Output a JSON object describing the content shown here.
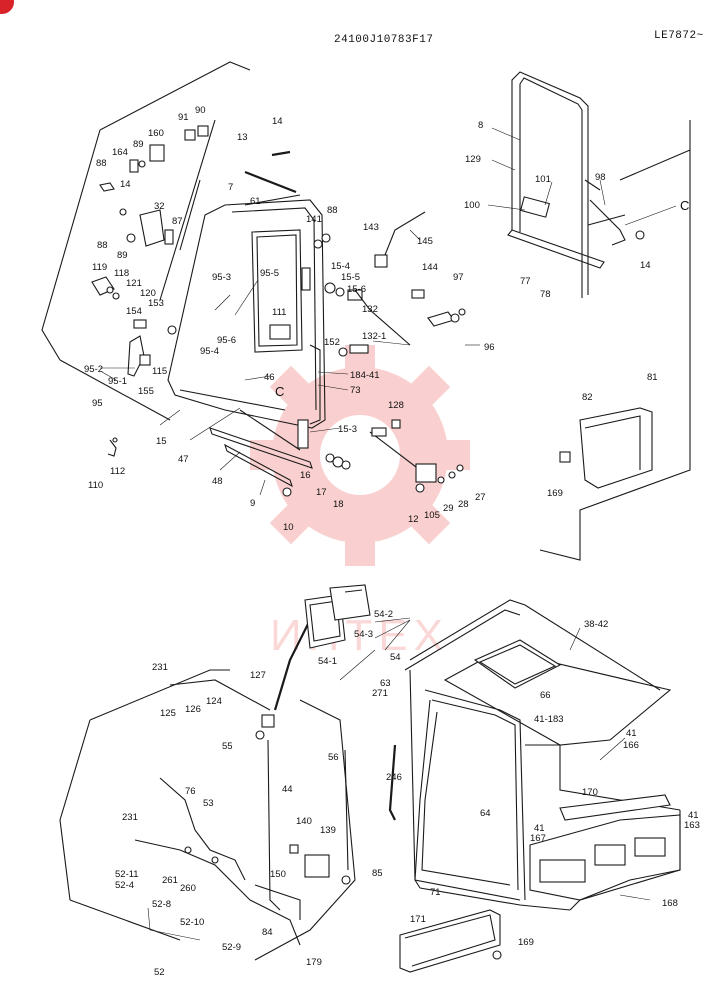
{
  "header": {
    "part_number": "24100J10783F17",
    "series": "LE7872~"
  },
  "watermark": {
    "text": "ИНТЕХ",
    "color": "#e8302a"
  },
  "colors": {
    "ink": "#1a1a1a",
    "corner_badge": "#d8232a"
  },
  "callouts": [
    "8",
    "129",
    "101",
    "98",
    "100",
    "C",
    "77",
    "78",
    "14",
    "91",
    "90",
    "13",
    "14",
    "160",
    "89",
    "164",
    "88",
    "14",
    "32",
    "87",
    "7",
    "61",
    "141",
    "88",
    "143",
    "145",
    "88",
    "89",
    "119",
    "118",
    "121",
    "120",
    "95-3",
    "95-5",
    "15-4",
    "15-5",
    "15-6",
    "144",
    "97",
    "153",
    "154",
    "111",
    "132",
    "132-1",
    "95-6",
    "95-4",
    "152",
    "96",
    "95-2",
    "95-1",
    "115",
    "155",
    "46",
    "184-41",
    "C",
    "73",
    "95",
    "82",
    "81",
    "128",
    "15-3",
    "15",
    "47",
    "169",
    "110",
    "112",
    "16",
    "17",
    "18",
    "27",
    "28",
    "29",
    "105",
    "12",
    "48",
    "9",
    "10",
    "54-2",
    "54-3",
    "54",
    "54-1",
    "38-42",
    "231",
    "127",
    "63",
    "271",
    "66",
    "125",
    "126",
    "124",
    "41-183",
    "41",
    "166",
    "55",
    "56",
    "246",
    "44",
    "76",
    "53",
    "64",
    "170",
    "41",
    "167",
    "41",
    "163",
    "231",
    "140",
    "139",
    "52-11",
    "52-4",
    "261",
    "260",
    "150",
    "85",
    "71",
    "52-8",
    "52-10",
    "168",
    "171",
    "84",
    "169",
    "52-9",
    "179",
    "52"
  ]
}
